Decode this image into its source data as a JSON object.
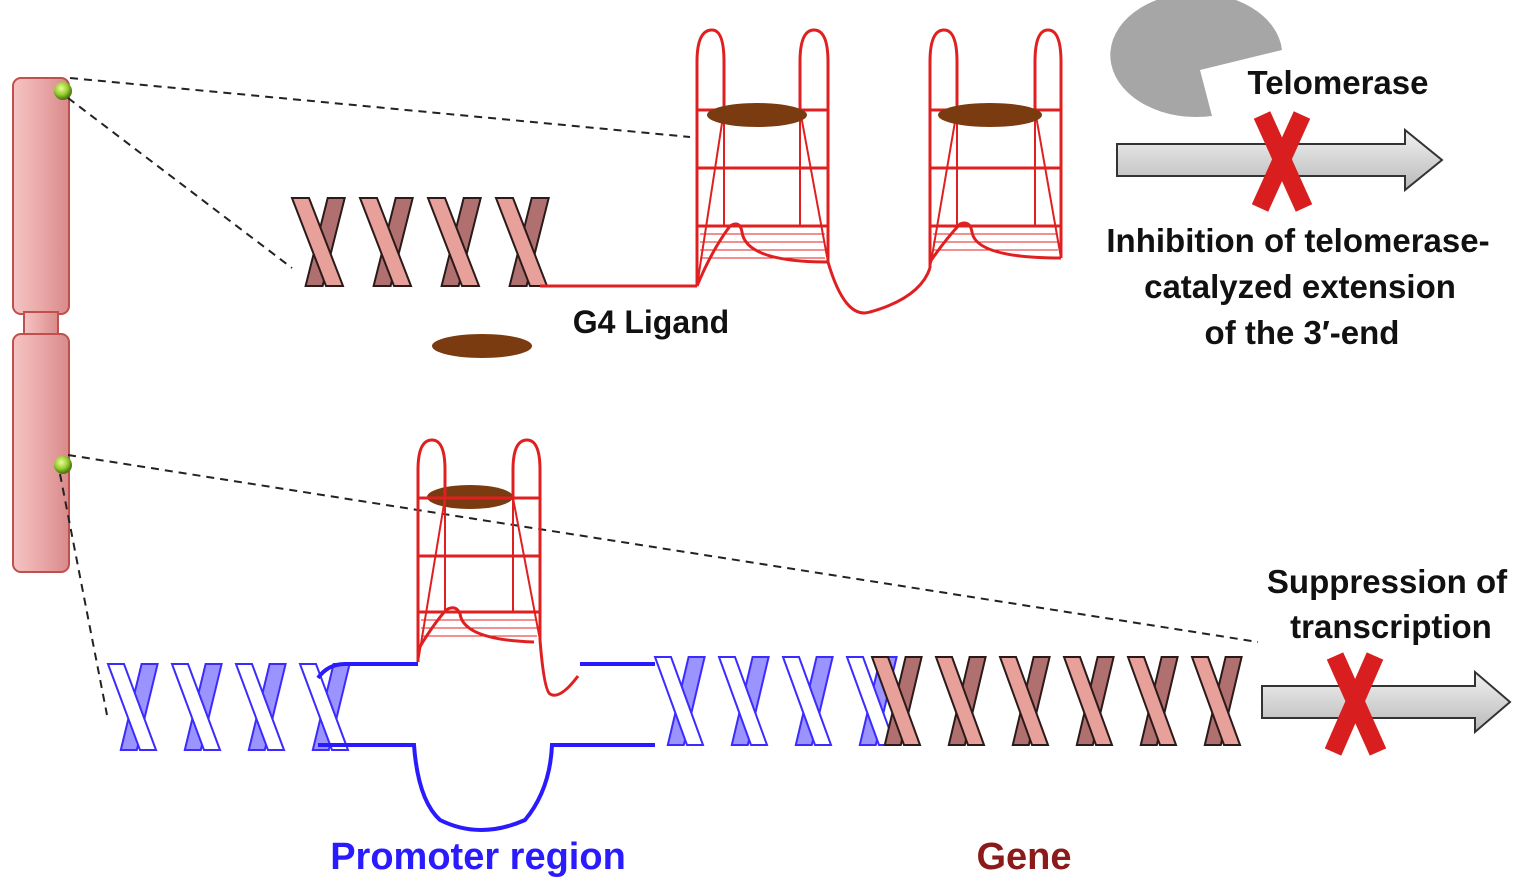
{
  "labels": {
    "telomerase": "Telomerase",
    "inhibition": [
      "Inhibition of telomerase-",
      "catalyzed extension",
      "of the 3′-end"
    ],
    "ligand": "G4 Ligand",
    "suppression": [
      "Suppression of",
      "transcription"
    ],
    "promoter": "Promoter region",
    "gene": "Gene"
  },
  "colors": {
    "chromosome": "#e8a0a0",
    "chromosome_edge": "#c0504d",
    "centromere_bead": "#9acd32",
    "g_quadruplex": "#e02020",
    "ligand": "#7a3b10",
    "dna_red_front": "#e8a09a",
    "dna_red_back": "#b07070",
    "dna_blue": "#3b2bff",
    "dna_blue_fill": "#9b94ff",
    "arrow_fill": "#d0d0d0",
    "arrow_edge": "#333333",
    "x_mark": "#d81e1e",
    "telomerase": "#a6a6a6",
    "promoter_text": "#2a1bff",
    "gene_text": "#8b1a1a"
  },
  "icons": [
    "chromosome-icon",
    "g-quadruplex-icon",
    "ligand-icon",
    "telomerase-icon",
    "x-mark-icon",
    "arrow-icon",
    "dna-helix-icon"
  ]
}
